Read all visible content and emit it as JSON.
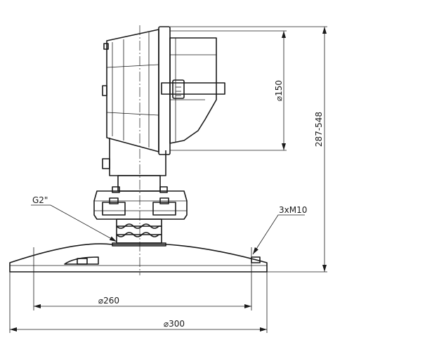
{
  "drawing": {
    "labels": {
      "d150": "⌀150",
      "h287": "287-548",
      "g2": "G2\"",
      "m10": "3xM10",
      "d260": "⌀260",
      "d300": "⌀300"
    }
  }
}
